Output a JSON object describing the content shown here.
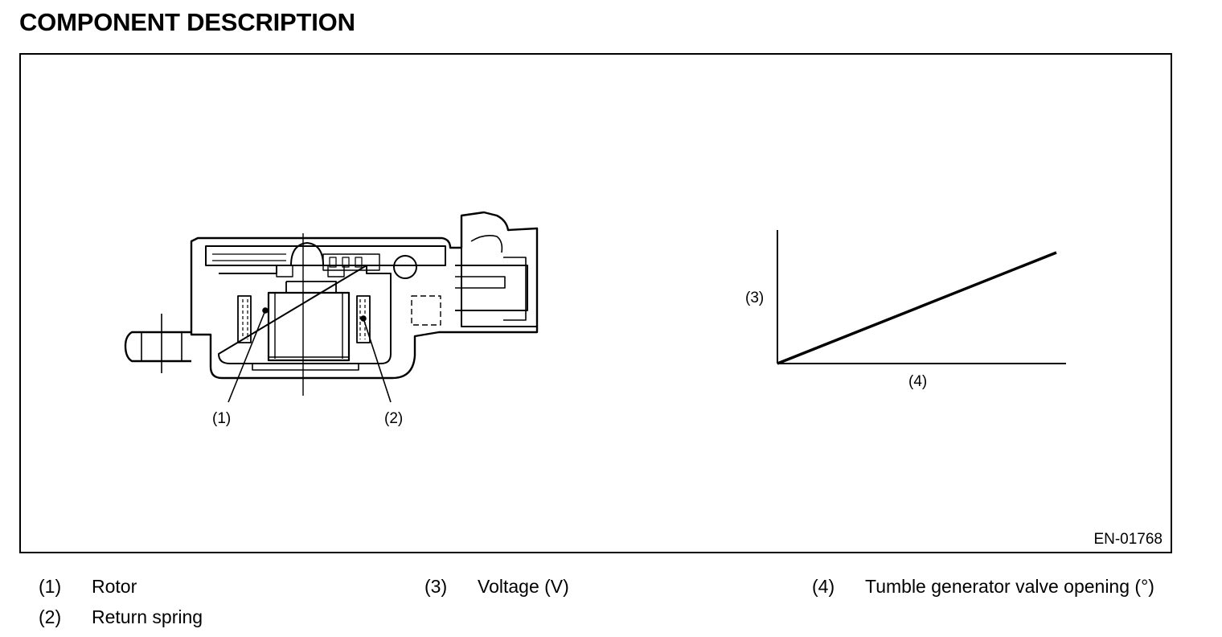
{
  "page": {
    "title": "COMPONENT DESCRIPTION"
  },
  "figure": {
    "code": "EN-01768",
    "callouts": {
      "c1": "(1)",
      "c2": "(2)",
      "c3": "(3)",
      "c4": "(4)"
    }
  },
  "legend": [
    {
      "num": "(1)",
      "text": "Rotor"
    },
    {
      "num": "(2)",
      "text": "Return spring"
    },
    {
      "num": "(3)",
      "text": "Voltage (V)"
    },
    {
      "num": "(4)",
      "text": "Tumble generator valve opening (°)"
    }
  ]
}
